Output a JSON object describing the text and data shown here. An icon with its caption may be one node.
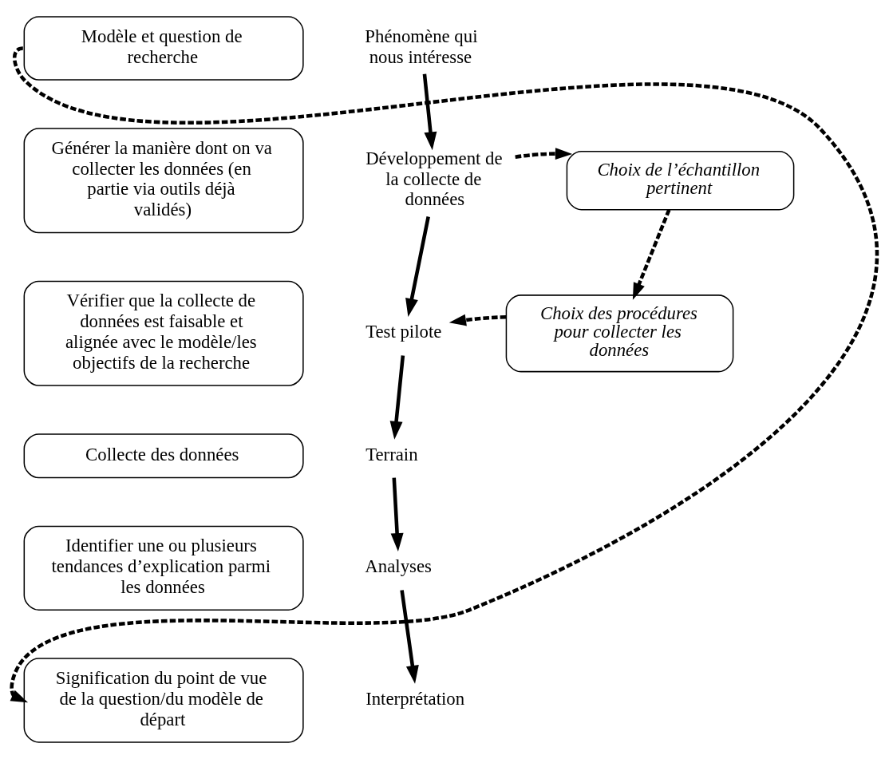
{
  "diagram": {
    "nodes": [
      {
        "text": [
          "Modèle et question de recherche"
        ]
      },
      {
        "text": [
          "Phénomène qui nous intéresse"
        ]
      },
      {
        "text": [
          "Générer la manière dont on va collecter les données (en partie via outils déjà validés)"
        ]
      },
      {
        "text": [
          "Développement de la collecte de données"
        ]
      },
      {
        "text": [
          "Choix de l’échantillon pertinent"
        ]
      },
      {
        "text": [
          "Vérifier que la collecte de données est faisable et alignée avec le modèle/les objectifs de la recherche"
        ]
      },
      {
        "text": [
          "Test pilote"
        ]
      },
      {
        "text": [
          "Choix des procédures pour collecter les données"
        ]
      },
      {
        "text": [
          "Collecte des données"
        ]
      },
      {
        "text": [
          "Terrain"
        ]
      },
      {
        "text": [
          "Identifier une ou plusieurs tendances d’explication parmi les données"
        ]
      },
      {
        "text": [
          "Analyses"
        ]
      },
      {
        "text": [
          "Signification du point de vue de la question/du modèle de départ"
        ]
      },
      {
        "text": [
          "Interprétation"
        ]
      }
    ],
    "edges": [
      {
        "from": 1,
        "to": 3,
        "arrow": "to"
      },
      {
        "from": 3,
        "to": 4,
        "arrow": "to",
        "style": "dashed"
      },
      {
        "from": 4,
        "to": 7,
        "arrow": "to",
        "style": "dashed"
      },
      {
        "from": 3,
        "to": 6,
        "arrow": "to"
      },
      {
        "from": 7,
        "to": 6,
        "arrow": "to",
        "style": "dashed"
      },
      {
        "from": 6,
        "to": 9,
        "arrow": "to"
      },
      {
        "from": 9,
        "to": 11,
        "arrow": "to"
      },
      {
        "from": 11,
        "to": 13,
        "arrow": "to"
      },
      {
        "from": 0,
        "to": 12,
        "arrow": "to",
        "style": "dashed"
      }
    ]
  }
}
